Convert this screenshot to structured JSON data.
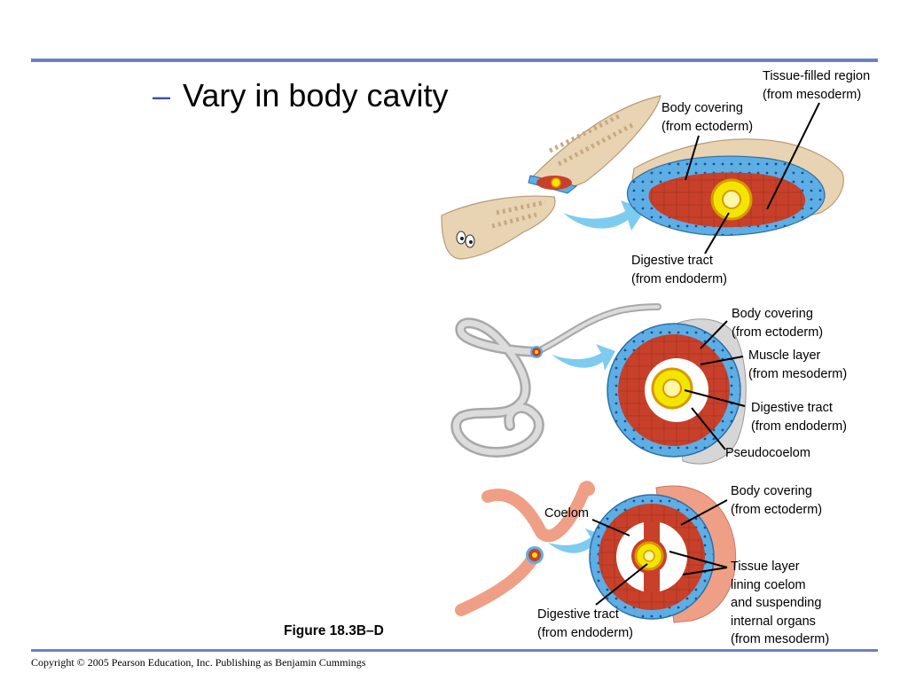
{
  "slide": {
    "bullet_dash": "–",
    "bullet_text": "Vary in body cavity",
    "caption": "Figure 18.3B–D",
    "copyright": "Copyright © 2005 Pearson Education, Inc. Publishing as Benjamin Cummings"
  },
  "colors": {
    "rule": "#6b7fc4",
    "ectoderm": "#5eaee6",
    "mesoderm": "#c8402a",
    "endoderm": "#f3e500",
    "flatworm_skin": "#e8d3b2",
    "roundworm_skin": "#c9c9c9",
    "earthworm_skin": "#ef9f86",
    "arrow": "#7ecbf0"
  },
  "panels": {
    "acoelomate": {
      "labels": {
        "tissue_filled_1": "Tissue-filled region",
        "tissue_filled_2": "(from mesoderm)",
        "body_covering_1": "Body covering",
        "body_covering_2": "(from ectoderm)",
        "digestive_1": "Digestive tract",
        "digestive_2": "(from endoderm)"
      }
    },
    "pseudocoelomate": {
      "labels": {
        "body_covering_1": "Body covering",
        "body_covering_2": "(from ectoderm)",
        "muscle_1": "Muscle layer",
        "muscle_2": "(from mesoderm)",
        "digestive_1": "Digestive tract",
        "digestive_2": "(from endoderm)",
        "pseudocoelom": "Pseudocoelom"
      }
    },
    "coelomate": {
      "labels": {
        "body_covering_1": "Body covering",
        "body_covering_2": "(from ectoderm)",
        "coelom": "Coelom",
        "tissue_1": "Tissue layer",
        "tissue_2": "lining coelom",
        "tissue_3": "and suspending",
        "tissue_4": "internal organs",
        "tissue_5": "(from mesoderm)",
        "digestive_1": "Digestive tract",
        "digestive_2": "(from endoderm)"
      }
    }
  }
}
